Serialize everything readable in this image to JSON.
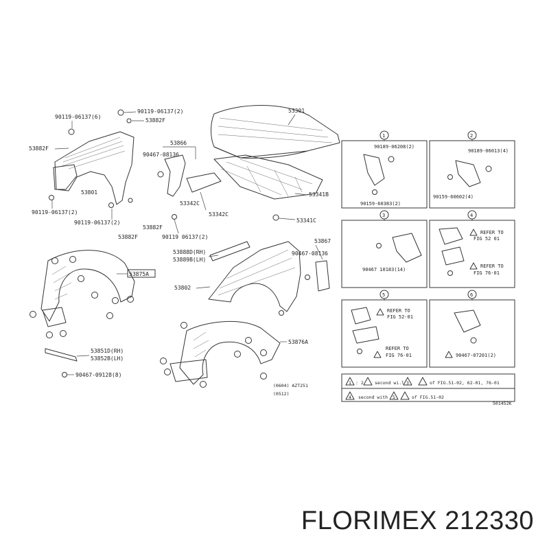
{
  "labels": {
    "p1": "90119-06137(6)",
    "p2": "90119-06137(2)",
    "p3": "53882F",
    "p4": "53882F",
    "p5": "53866",
    "p6": "90467-08136",
    "p7": "53301",
    "p8": "53801",
    "p9": "53342C",
    "p10": "53341B",
    "p11": "90119-06137(2)",
    "p12": "90119-06137(2)",
    "p13": "53342C",
    "p14": "53882F",
    "p15": "53882F",
    "p16": "90119 06137(2)",
    "p17": "53341C",
    "p18": "53888D(RH)",
    "p19": "53889B(LH)",
    "p20": "53867",
    "p21": "90467-08136",
    "p22": "53875A",
    "p23": "53802",
    "p24": "53876A",
    "p25": "53851D(RH)",
    "p26": "53852B(LH)",
    "p27": "90467-09128(8)",
    "p28": "(0604) AZT251",
    "p29": "(0512)"
  },
  "detail_panels": {
    "d1": {
      "num": "1",
      "a": "90189-06208(2)",
      "b": "90159-60383(2)"
    },
    "d2": {
      "num": "2",
      "a": "90189-06013(4)",
      "b": "90159-60602(4)"
    },
    "d3": {
      "num": "3",
      "a": "90467 10183(14)"
    },
    "d4": {
      "num": "4",
      "a": "REFER TO",
      "b": "FIG 52 01",
      "c": "REFER TO",
      "d": "FIG 76-01"
    },
    "d5": {
      "num": "5",
      "a": "REFER TO",
      "b": "FIG 52-01",
      "c": "REFER TO",
      "d": "FIG 76-01"
    },
    "d6": {
      "num": "6",
      "a": "90467-07201(2)"
    }
  },
  "legend": {
    "row1_a": "1",
    "row1_b": ": 2",
    "row1_text": "second wi.l",
    "row1_c": "3",
    "row1_d": "of FIG.51-02, 62-01, 76-01",
    "row2_a": "4",
    "row2_text": "second with",
    "row2_c": "5",
    "row2_d": "of FIG.51-02"
  },
  "figure_code": "501452K",
  "brand": "FLORIMEX 212330"
}
